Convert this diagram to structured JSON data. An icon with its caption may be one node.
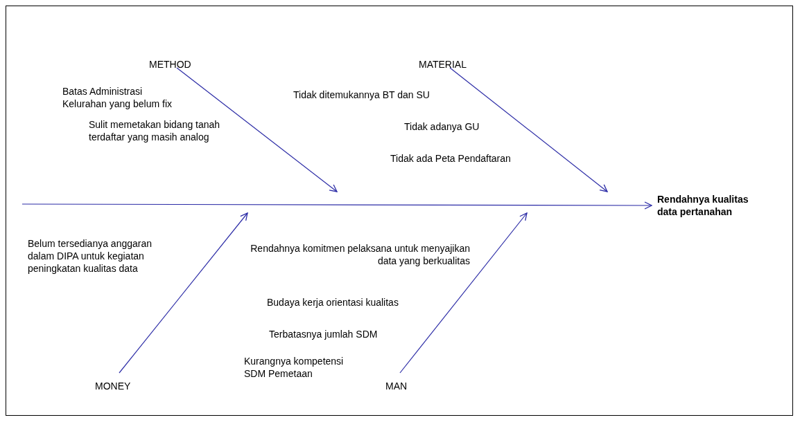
{
  "diagram": {
    "nodes": [
      {
        "text": [
          "METHOD"
        ]
      },
      {
        "text": [
          "MATERIAL"
        ]
      },
      {
        "text": [
          "MONEY"
        ]
      },
      {
        "text": [
          "MAN"
        ]
      },
      {
        "text": [
          "Rendahnya kualitas data pertanahan"
        ]
      }
    ],
    "edges": [
      {
        "from": 0,
        "to": null,
        "arrow": "to"
      },
      {
        "from": 1,
        "to": null,
        "arrow": "to"
      },
      {
        "from": 2,
        "to": null,
        "arrow": "to"
      },
      {
        "from": 3,
        "to": null,
        "arrow": "to"
      },
      {
        "from": null,
        "to": 4,
        "arrow": "to"
      }
    ],
    "labels": [
      "Batas Administrasi Kelurahan yang belum fix",
      "Tidak ditemukannya BT dan SU",
      "Sulit memetakan bidang tanah terdaftar yang masih analog",
      "Tidak adanya GU",
      "Tidak ada Peta Pendaftaran",
      "Belum tersedianya anggaran dalam DIPA untuk kegiatan peningkatan kualitas data",
      "Rendahnya komitmen pelaksana untuk menyajikan data yang berkualitas",
      "Budaya kerja orientasi kualitas",
      "Terbatasnya jumlah SDM",
      "Kurangnya kompetensi SDM Pemetaan"
    ]
  }
}
